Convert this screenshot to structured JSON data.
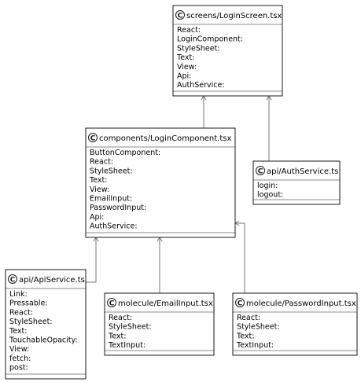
{
  "classes": [
    {
      "id": "login-screen",
      "title": "screens/LoginScreen.tsx",
      "icon": "class-c-icon",
      "members": [
        "React:",
        "LoginComponent:",
        "StyleSheet:",
        "Text:",
        "View:",
        "Api:",
        "AuthService:"
      ]
    },
    {
      "id": "login-component",
      "title": "components/LoginComponent.tsx",
      "icon": "class-c-icon",
      "members": [
        "ButtonComponent:",
        "React:",
        "StyleSheet:",
        "Text:",
        "View:",
        "EmailInput:",
        "PasswordInput:",
        "Api:",
        "AuthService:"
      ]
    },
    {
      "id": "auth-service",
      "title": "api/AuthService.ts",
      "icon": "class-c-icon",
      "members": [
        "login:",
        "logout:"
      ]
    },
    {
      "id": "api-service",
      "title": "api/ApiService.ts",
      "icon": "class-c-icon",
      "members": [
        "Link:",
        "Pressable:",
        "React:",
        "StyleSheet:",
        "Text:",
        "TouchableOpacity:",
        "View:",
        "fetch:",
        "post:"
      ]
    },
    {
      "id": "email-input",
      "title": "molecule/EmailInput.tsx",
      "icon": "class-c-icon",
      "members": [
        "React:",
        "StyleSheet:",
        "Text:",
        "TextInput:"
      ]
    },
    {
      "id": "password-input",
      "title": "molecule/PasswordInput.tsx",
      "icon": "class-c-icon",
      "members": [
        "React:",
        "StyleSheet:",
        "Text:",
        "TextInput:"
      ]
    }
  ],
  "edges": [
    {
      "from": "login-component",
      "to": "login-screen"
    },
    {
      "from": "auth-service",
      "to": "login-screen"
    },
    {
      "from": "api-service",
      "to": "login-component"
    },
    {
      "from": "email-input",
      "to": "login-component"
    },
    {
      "from": "password-input",
      "to": "login-component"
    }
  ],
  "colors": {
    "border": "#181818",
    "edge": "#777777",
    "background": "#ffffff"
  }
}
